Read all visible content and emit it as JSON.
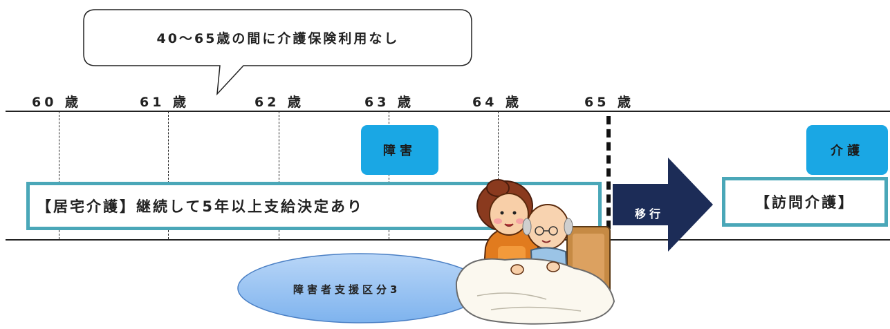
{
  "callout": {
    "text": "40～65歳の間に介護保険利用なし"
  },
  "timeline": {
    "ages": [
      "60 歳",
      "61 歳",
      "62 歳",
      "63 歳",
      "64 歳",
      "65 歳"
    ]
  },
  "badges": {
    "disability": "障害",
    "care": "介護"
  },
  "boxes": {
    "home_care": "【居宅介護】継続して5年以上支給決定あり",
    "visiting_care": "【訪問介護】"
  },
  "arrow": {
    "label": "移行"
  },
  "ellipse": {
    "label": "障害者支援区分3"
  },
  "colors": {
    "badge_blue": "#1aa7e4",
    "box_border": "#4aa7b8",
    "arrow_navy": "#1c2c57"
  }
}
